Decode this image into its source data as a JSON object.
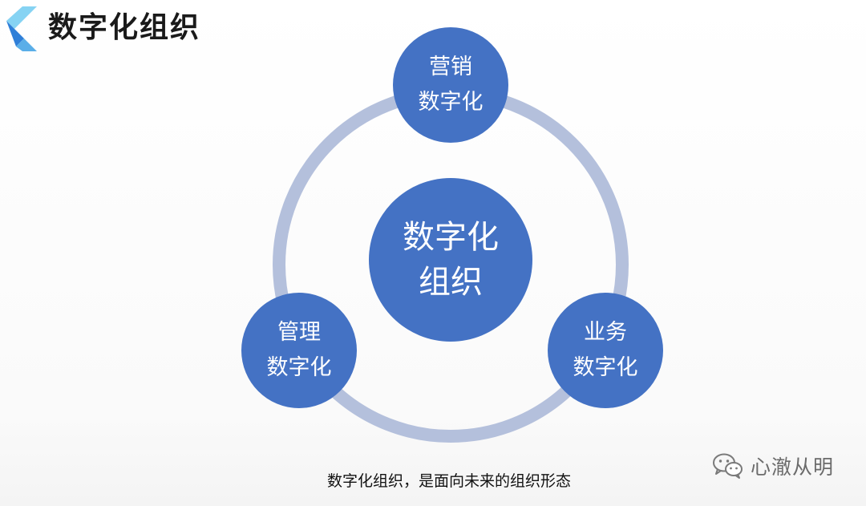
{
  "header": {
    "title": "数字化组织"
  },
  "diagram": {
    "center": {
      "line1": "数字化",
      "line2": "组织"
    },
    "top": {
      "line1": "营销",
      "line2": "数字化"
    },
    "bottom_left": {
      "line1": "管理",
      "line2": "数字化"
    },
    "bottom_right": {
      "line1": "业务",
      "line2": "数字化"
    }
  },
  "caption": "数字化组织，是面向未来的组织形态",
  "watermark": {
    "text": "心澈从明",
    "icon": "wechat-icon"
  },
  "colors": {
    "node": "#4472c4",
    "ring": "#b4c0dc",
    "logo_light": "#86d3f3",
    "logo_dark": "#2f7fd8"
  }
}
